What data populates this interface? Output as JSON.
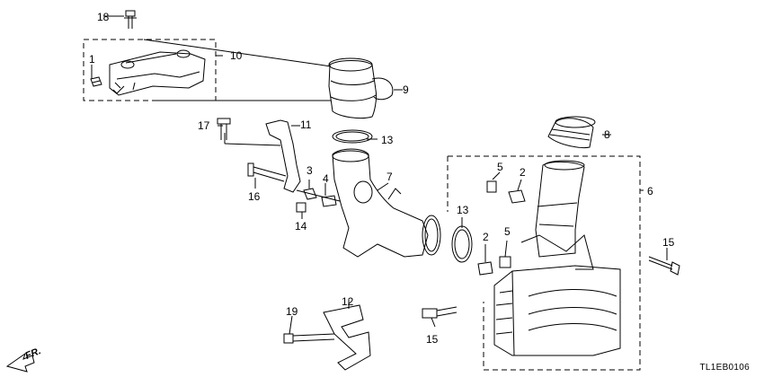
{
  "diagram": {
    "callouts": [
      "1",
      "2",
      "2",
      "3",
      "4",
      "5",
      "5",
      "6",
      "7",
      "8",
      "9",
      "10",
      "11",
      "12",
      "13",
      "13",
      "14",
      "15",
      "15",
      "16",
      "17",
      "18",
      "19"
    ],
    "diagram_code": "TL1EB0106",
    "direction_label": "FR."
  }
}
